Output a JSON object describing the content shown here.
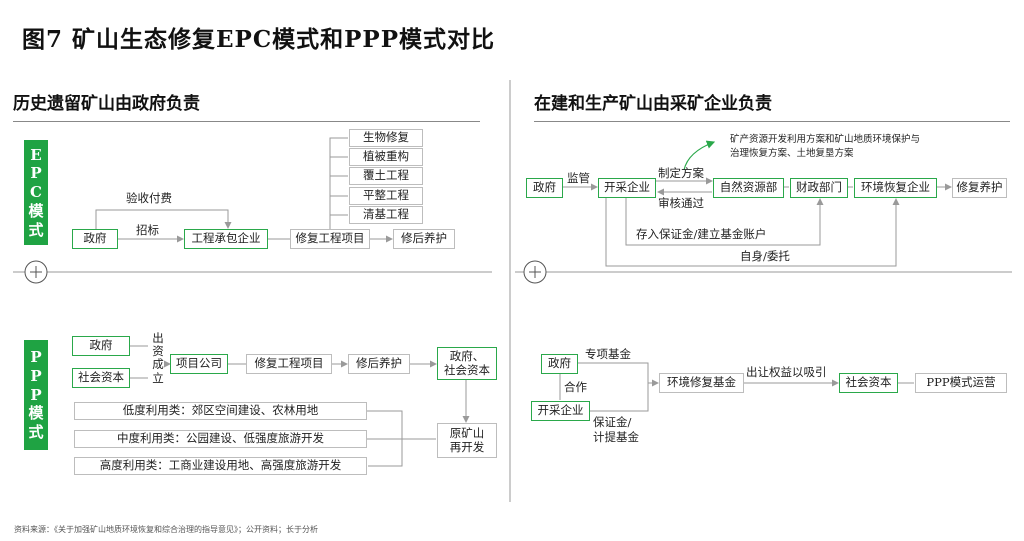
{
  "title": "图7 矿山生态修复EPC模式和PPP模式对比",
  "left_section": "历史遗留矿山由政府负责",
  "right_section": "在建和生产矿山由采矿企业负责",
  "epc": {
    "tag": [
      "E",
      "P",
      "C",
      "模",
      "式"
    ],
    "gov": "政府",
    "contractor": "工程承包企业",
    "project": "修复工程项目",
    "maintain": "修后养护",
    "accept_pay": "验收付费",
    "tender": "招标",
    "subitems": [
      "生物修复",
      "植被重构",
      "覆土工程",
      "平整工程",
      "清基工程"
    ]
  },
  "ppp": {
    "tag": [
      "P",
      "P",
      "P",
      "模",
      "式"
    ],
    "gov": "政府",
    "social": "社会资本",
    "fund": [
      "出",
      "资",
      "成",
      "立"
    ],
    "company": "项目公司",
    "project": "修复工程项目",
    "maintain": "修后养护",
    "owners": [
      "政府、",
      "社会资本"
    ],
    "redevelop": [
      "原矿山",
      "再开发"
    ],
    "uses": [
      "低度利用类：郊区空间建设、农林用地",
      "中度利用类：公园建设、低强度旅游开发",
      "高度利用类：工商业建设用地、高强度旅游开发"
    ]
  },
  "right_top": {
    "gov": "政府",
    "supervise": "监管",
    "mining": "开采企业",
    "draft": "制定方案",
    "review": "审核通过",
    "resource": "自然资源部",
    "finance": "财政部门",
    "eco": "环境恢复企业",
    "maintain": "修复养护",
    "plan_note": [
      "矿产资源开发利用方案和矿山地质环境保护与",
      "治理恢复方案、土地复垦方案"
    ],
    "deposit": "存入保证金/建立基金账户",
    "self": "自身/委托"
  },
  "right_bottom": {
    "gov": "政府",
    "special": "专项基金",
    "coop": "合作",
    "mining": "开采企业",
    "deposit": [
      "保证金/",
      "计提基金"
    ],
    "fund": "环境修复基金",
    "transfer": "出让权益以吸引",
    "social": "社会资本",
    "ppp": "PPP模式运营"
  },
  "source": "资料来源：《关于加强矿山地质环境恢复和综合治理的指导意见》；公开资料；长于分析",
  "colors": {
    "green": "#1fa343",
    "box_border": "#bdbdbd",
    "line": "#9a9a9a"
  }
}
